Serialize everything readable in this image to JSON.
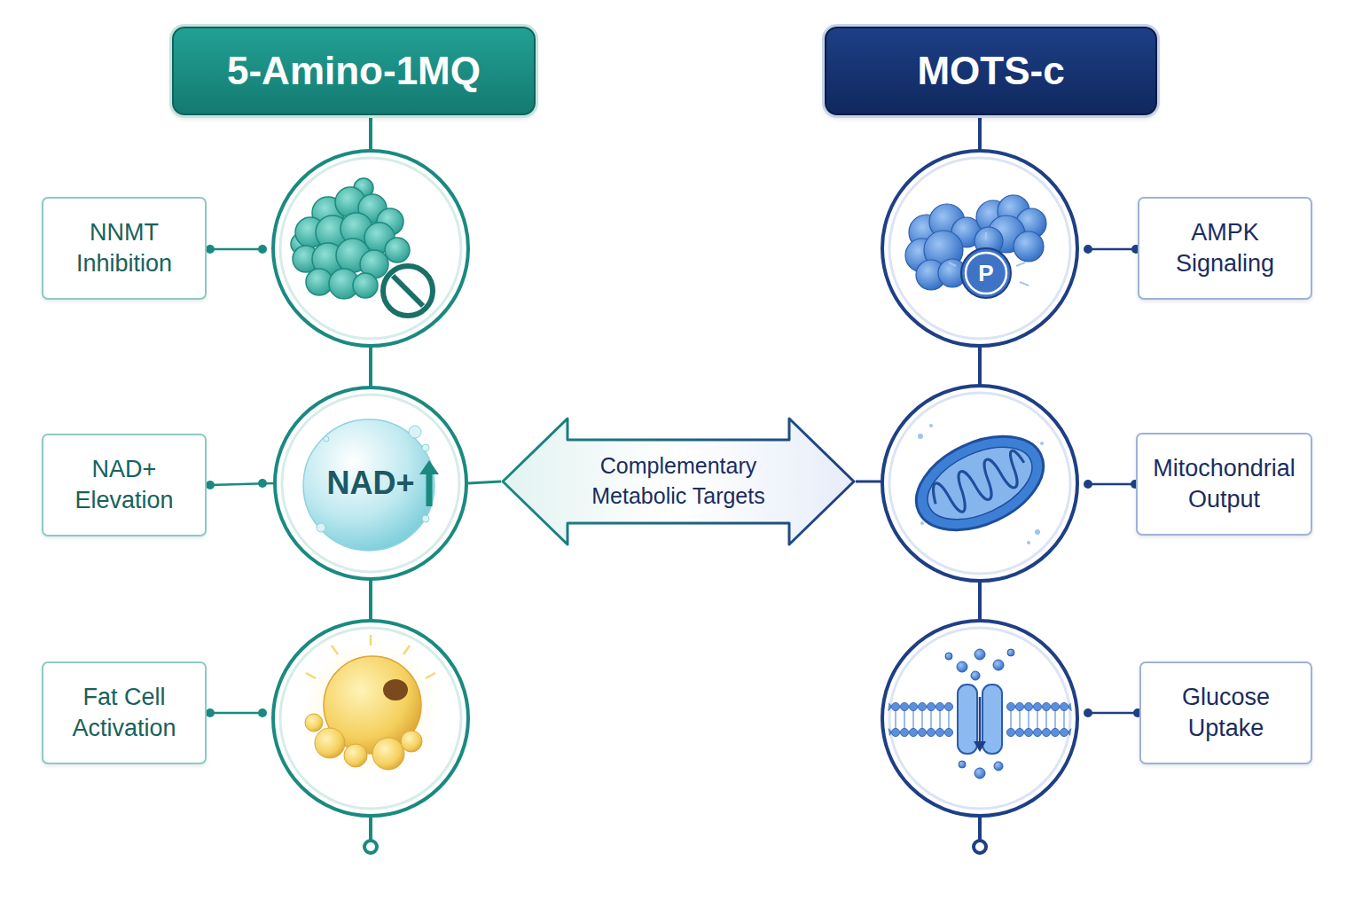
{
  "diagram": {
    "nodes": [
      {
        "text": [
          "5-Amino-1MQ"
        ]
      },
      {
        "text": [
          "MOTS-c"
        ]
      },
      {
        "text": [
          "NNMT Inhibition"
        ]
      },
      {
        "text": [
          "AMPK Signaling"
        ]
      },
      {
        "text": [
          "NAD+ Elevation"
        ]
      },
      {
        "text": [
          "NAD+"
        ]
      },
      {
        "text": [
          "Complementary Metabolic Targets"
        ]
      },
      {
        "text": [
          "Mitochondrial Output"
        ]
      },
      {
        "text": [
          "Fat Cell Activation"
        ]
      },
      {
        "text": [
          "Glucose Uptake"
        ]
      }
    ],
    "edges": [
      {
        "from": 4,
        "to": 5,
        "arrow": "none"
      },
      {
        "from": 5,
        "to": 6,
        "arrow": "none"
      }
    ],
    "labels": [
      "P"
    ]
  }
}
